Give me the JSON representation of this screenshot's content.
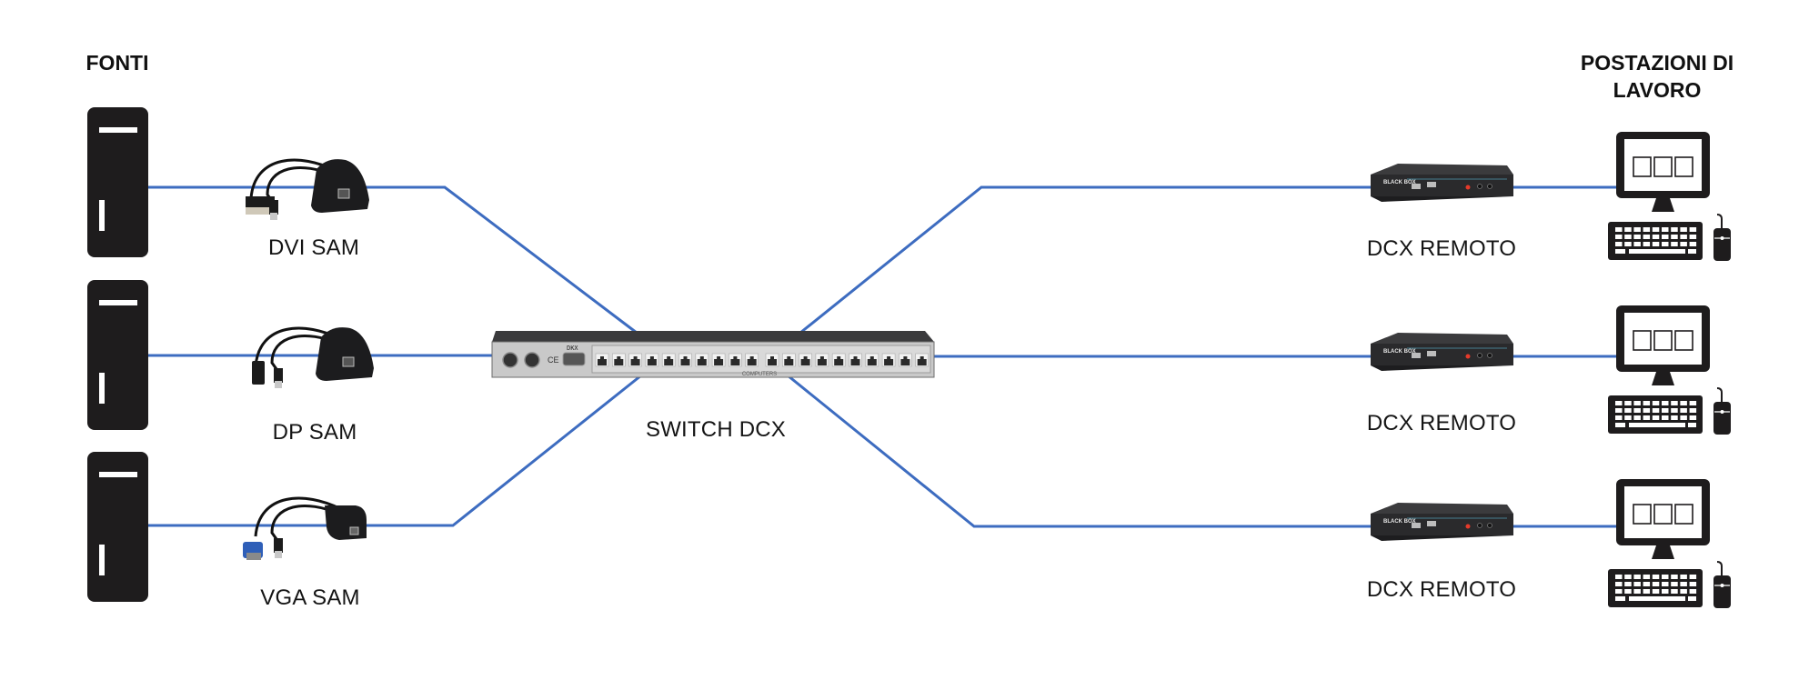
{
  "headers": {
    "sources": "FONTI",
    "workstations_line1": "POSTAZIONI DI",
    "workstations_line2": "LAVORO"
  },
  "sources": [
    {
      "name": "source-computer-1",
      "adapter": "DVI SAM"
    },
    {
      "name": "source-computer-2",
      "adapter": "DP SAM"
    },
    {
      "name": "source-computer-3",
      "adapter": "VGA SAM"
    }
  ],
  "switch": {
    "label": "SWITCH DCX",
    "port_count": 20,
    "panel_text": "COMPUTERS",
    "brand_mark": "DKX"
  },
  "remotes": [
    {
      "label": "DCX REMOTO",
      "brand": "BLACK BOX"
    },
    {
      "label": "DCX REMOTO",
      "brand": "BLACK BOX"
    },
    {
      "label": "DCX REMOTO",
      "brand": "BLACK BOX"
    }
  ],
  "colors": {
    "link": "#3d6cc0",
    "device_dark": "#1e1c1d",
    "switch_panel": "#c9c9c9",
    "led_red": "#e53a2a"
  }
}
